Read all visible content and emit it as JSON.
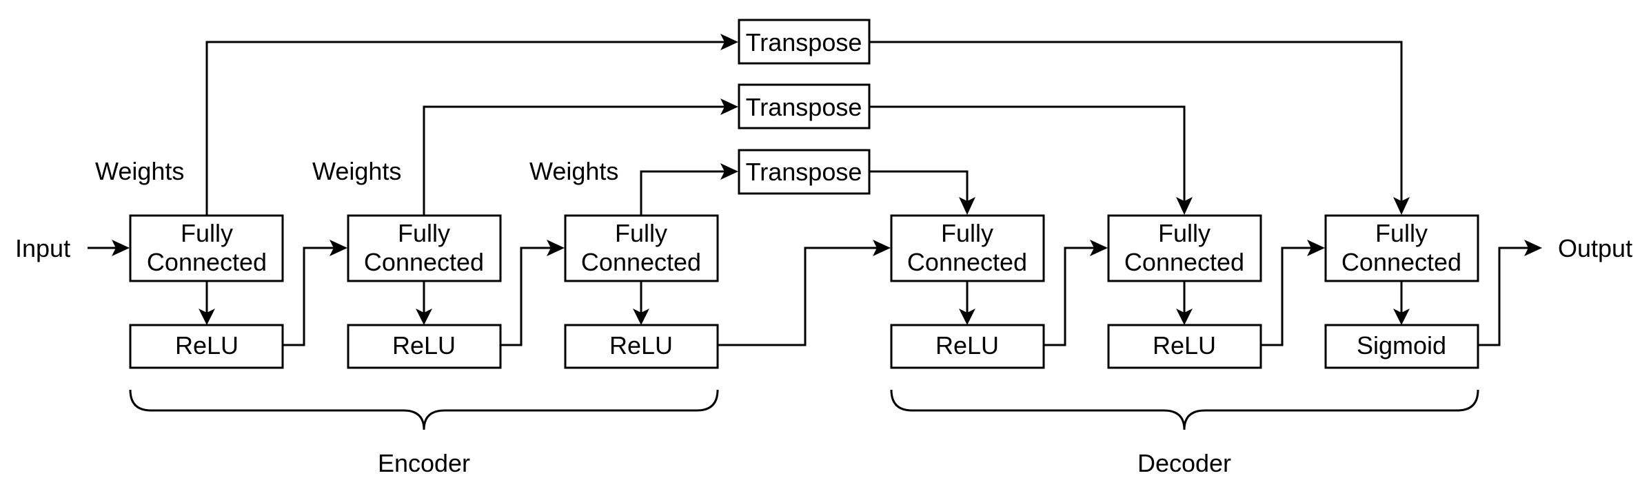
{
  "labels": {
    "input": "Input",
    "output": "Output",
    "weights": "Weights",
    "fc_line1": "Fully",
    "fc_line2": "Connected",
    "relu": "ReLU",
    "sigmoid": "Sigmoid",
    "transpose": "Transpose",
    "encoder": "Encoder",
    "decoder": "Decoder"
  }
}
